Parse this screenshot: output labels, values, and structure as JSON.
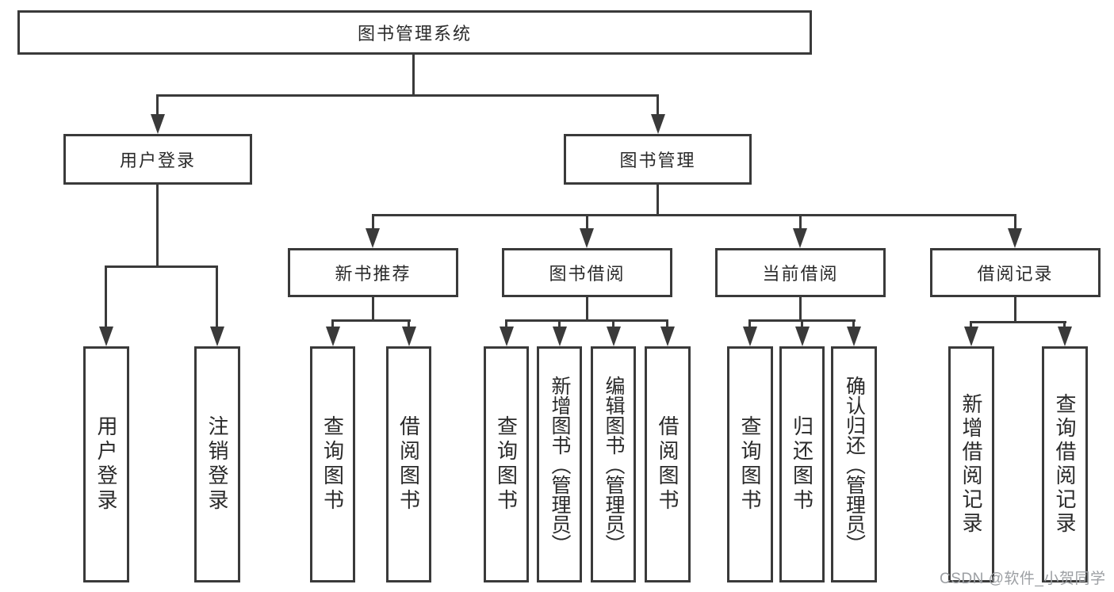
{
  "diagram": {
    "root": "图书管理系统",
    "level2": {
      "user_login": "用户登录",
      "book_mgmt": "图书管理"
    },
    "level3": {
      "new_book": "新书推荐",
      "book_borrow": "图书借阅",
      "current_borrow": "当前借阅",
      "borrow_record": "借阅记录"
    },
    "leaves": {
      "user_login": [
        "用户登录",
        "注销登录"
      ],
      "new_book": [
        "查询图书",
        "借阅图书"
      ],
      "book_borrow": [
        "查询图书",
        "新增图书（管理员）",
        "编辑图书（管理员）",
        "借阅图书"
      ],
      "current_borrow": [
        "查询图书",
        "归还图书",
        "确认归还（管理员）"
      ],
      "borrow_record": [
        "新增借阅记录",
        "查询借阅记录"
      ]
    }
  },
  "watermark": "CSDN @软件_小贺同学",
  "colors": {
    "line": "#3a3a3a",
    "text": "#2a2a2a",
    "watermark": "#9c9fa3",
    "background": "#ffffff"
  }
}
